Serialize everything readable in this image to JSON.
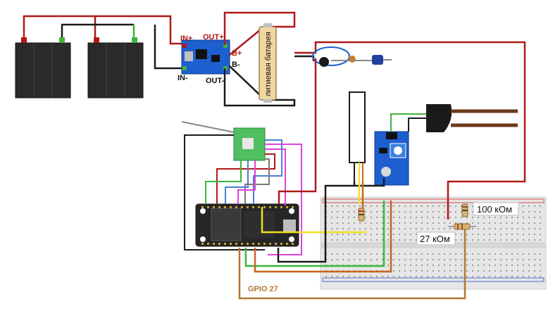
{
  "charger": {
    "in_plus": "IN+",
    "in_minus": "IN-",
    "out_plus": "OUT+",
    "out_minus": "OUT-",
    "b_plus": "B+",
    "b_minus": "B-"
  },
  "battery": {
    "label": "литиевая батарея"
  },
  "resistors": {
    "r1": "100 кОм",
    "r2": "27 кОм"
  },
  "gpio": {
    "label": "GPIO 27"
  },
  "colors": {
    "wire_red": "#b01818",
    "wire_black": "#1a1a1a",
    "wire_green": "#3cb43c",
    "wire_blue": "#4a7fd0",
    "wire_magenta": "#e040e0",
    "wire_yellow": "#f0e020",
    "wire_orange": "#c8641e",
    "wire_brown": "#b07830",
    "board_blue": "#1e5fcf",
    "module_green": "#4fbf5f",
    "esp_black": "#262626",
    "breadboard": "#e6e6e6"
  }
}
